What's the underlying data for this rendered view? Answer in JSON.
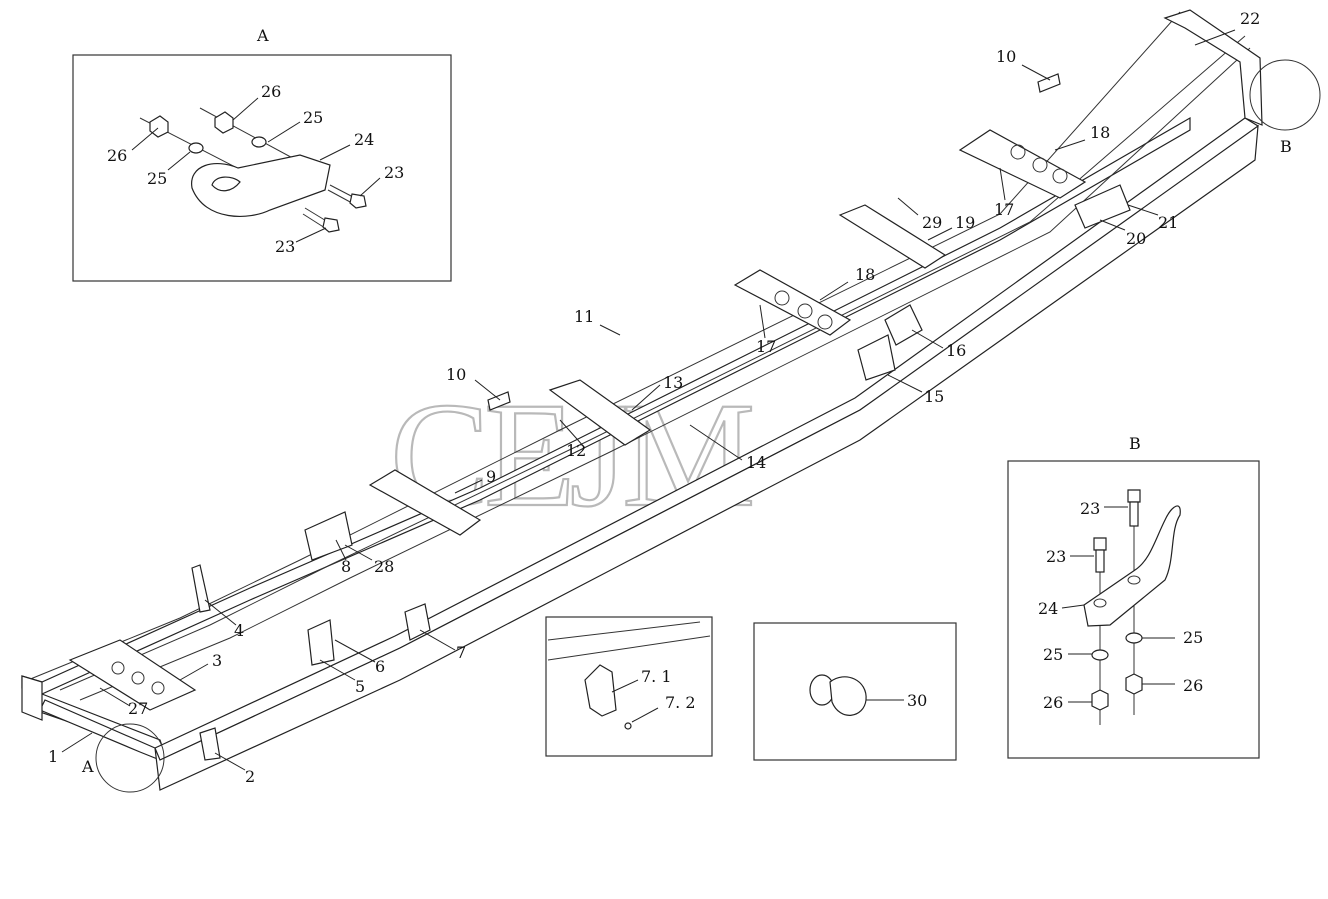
{
  "watermark": "CEJM",
  "detail_a": {
    "title": "A",
    "callouts": [
      "26",
      "25",
      "26",
      "25",
      "24",
      "23",
      "23"
    ]
  },
  "detail_b": {
    "title": "B",
    "callouts": [
      "23",
      "23",
      "24",
      "25",
      "25",
      "26",
      "26"
    ]
  },
  "detail_7": {
    "callouts": [
      "7. 1",
      "7. 2"
    ]
  },
  "detail_30": {
    "callouts": [
      "30"
    ]
  },
  "circle_labels": {
    "a": "A",
    "b": "B"
  },
  "main_callouts": [
    "22",
    "10",
    "18",
    "17",
    "21",
    "20",
    "29",
    "19",
    "18",
    "17",
    "16",
    "15",
    "11",
    "10",
    "13",
    "12",
    "14",
    "9",
    "8",
    "28",
    "4",
    "3",
    "27",
    "1",
    "2",
    "5",
    "6",
    "7"
  ]
}
